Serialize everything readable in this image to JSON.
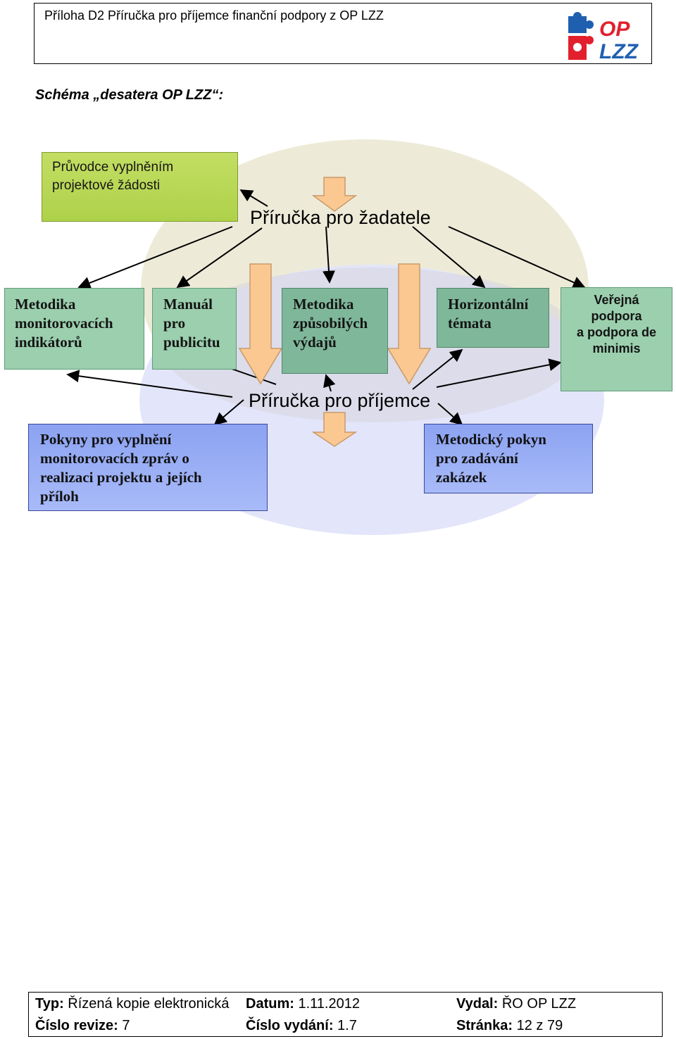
{
  "header": {
    "title": "Příloha D2 Příručka pro příjemce finanční podpory z OP LZZ",
    "logo_text_top": "OP",
    "logo_text_bottom": "LZZ"
  },
  "schema": {
    "title": "Schéma „desatera OP LZZ“:"
  },
  "diagram": {
    "pruvodce": {
      "line1": "Průvodce vyplněním",
      "line2": "projektové žádosti"
    },
    "prirucka_zadatele": "Příručka pro žadatele",
    "prirucka_prijemce": "Příručka pro příjemce",
    "metodika_monitorovacich": {
      "line1": "Metodika",
      "line2": "monitorovacích",
      "line3": "indikátorů"
    },
    "manual_publicitu": {
      "line1": "Manuál",
      "line2": "pro",
      "line3": "publicitu"
    },
    "metodika_zpusobilych": {
      "line1": "Metodika",
      "line2": "způsobilých",
      "line3": "výdajů"
    },
    "horizontalni": {
      "line1": "Horizontální",
      "line2": "témata"
    },
    "verejna_podpora": {
      "line1": "Veřejná",
      "line2": "podpora",
      "line3": "a podpora de",
      "line4": "minimis"
    },
    "pokyny": {
      "line1": "Pokyny pro vyplnění",
      "line2": "monitorovacích zpráv o",
      "line3": "realizaci projektu a jejích",
      "line4": "příloh"
    },
    "metodicky_pokyn": {
      "line1": "Metodický pokyn",
      "line2": "pro zadávání",
      "line3": "zakázek"
    }
  },
  "colors": {
    "green": "#9bcfae",
    "lime": "#b5d54f",
    "blue": "#97acf5",
    "orange_arrow": "#fcc892",
    "ellipse_top": "#edebd8",
    "ellipse_bottom": "#e3e5fa"
  },
  "footer": {
    "typ_label": "Typ:",
    "typ_value": "Řízená kopie elektronická",
    "datum_label": "Datum:",
    "datum_value": "1.11.2012",
    "vydal_label": "Vydal:",
    "vydal_value": "ŘO OP LZZ",
    "revize_label": "Číslo revize:",
    "revize_value": "7",
    "vydani_label": "Číslo vydání:",
    "vydani_value": "1.7",
    "stranka_label": "Stránka:",
    "stranka_value": "12 z 79"
  }
}
